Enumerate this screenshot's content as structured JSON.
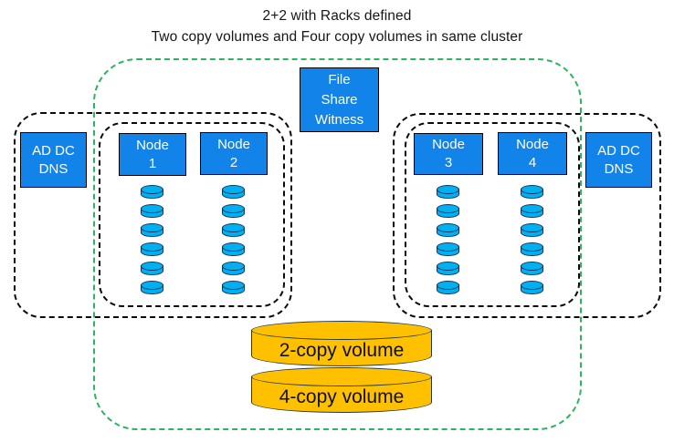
{
  "title": {
    "line1": "2+2 with Racks defined",
    "line2": "Two copy volumes and Four copy volumes in same cluster"
  },
  "cluster": {
    "witness": {
      "line1": "File",
      "line2": "Share",
      "line3": "Witness"
    }
  },
  "racks": [
    {
      "ad_dc": {
        "line1": "AD DC",
        "line2": "DNS"
      },
      "nodes": [
        {
          "line1": "Node",
          "line2": "1",
          "disk_count": 6
        },
        {
          "line1": "Node",
          "line2": "2",
          "disk_count": 6
        }
      ]
    },
    {
      "ad_dc": {
        "line1": "AD DC",
        "line2": "DNS"
      },
      "nodes": [
        {
          "line1": "Node",
          "line2": "3",
          "disk_count": 6
        },
        {
          "line1": "Node",
          "line2": "4",
          "disk_count": 6
        }
      ]
    }
  ],
  "volumes": [
    {
      "label": "2-copy volume"
    },
    {
      "label": "4-copy volume"
    }
  ],
  "colors": {
    "box_blue": "#1283e8",
    "disk_fill": "#00b0f0",
    "disk_border": "#16365d",
    "volume_fill": "#ffc000",
    "volume_border": "#233b4d",
    "cluster_green": "#2db45f",
    "rack_border": "#0a0a0a"
  }
}
